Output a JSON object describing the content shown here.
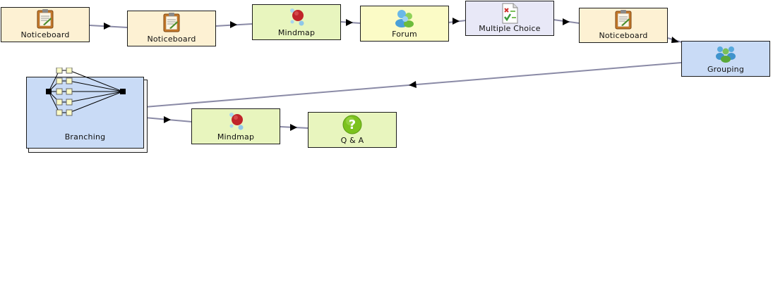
{
  "activities": [
    {
      "id": "n1",
      "type": "noticeboard",
      "label": "Noticeboard",
      "icon": "noticeboard-icon"
    },
    {
      "id": "n2",
      "type": "noticeboard",
      "label": "Noticeboard",
      "icon": "noticeboard-icon"
    },
    {
      "id": "n3",
      "type": "mindmap",
      "label": "Mindmap",
      "icon": "mindmap-icon"
    },
    {
      "id": "n4",
      "type": "forum",
      "label": "Forum",
      "icon": "forum-icon"
    },
    {
      "id": "n5",
      "type": "mcq",
      "label": "Multiple Choice",
      "icon": "multiple-choice-icon"
    },
    {
      "id": "n6",
      "type": "noticeboard",
      "label": "Noticeboard",
      "icon": "noticeboard-icon"
    },
    {
      "id": "n7",
      "type": "grouping",
      "label": "Grouping",
      "icon": "grouping-icon"
    },
    {
      "id": "n8",
      "type": "branching",
      "label": "Branching",
      "icon": "branching-icon"
    },
    {
      "id": "n9",
      "type": "mindmap",
      "label": "Mindmap",
      "icon": "mindmap-icon"
    },
    {
      "id": "n10",
      "type": "qa",
      "label": "Q & A",
      "icon": "question-icon"
    }
  ],
  "transitions": [
    {
      "from": "n1",
      "to": "n2"
    },
    {
      "from": "n2",
      "to": "n3"
    },
    {
      "from": "n3",
      "to": "n4"
    },
    {
      "from": "n4",
      "to": "n5"
    },
    {
      "from": "n5",
      "to": "n6"
    },
    {
      "from": "n6",
      "to": "n7"
    },
    {
      "from": "n7",
      "to": "n8"
    },
    {
      "from": "n8",
      "to": "n9"
    },
    {
      "from": "n9",
      "to": "n10"
    }
  ],
  "colors": {
    "noticeboard": "#fdf1d3",
    "mindmap": "#e8f5be",
    "forum": "#fbfbc6",
    "mcq": "#e8e8f7",
    "grouping": "#c9dbf6",
    "branching": "#c9dbf6",
    "qa": "#e8f5be",
    "transition_line": "#8a8aa6"
  }
}
